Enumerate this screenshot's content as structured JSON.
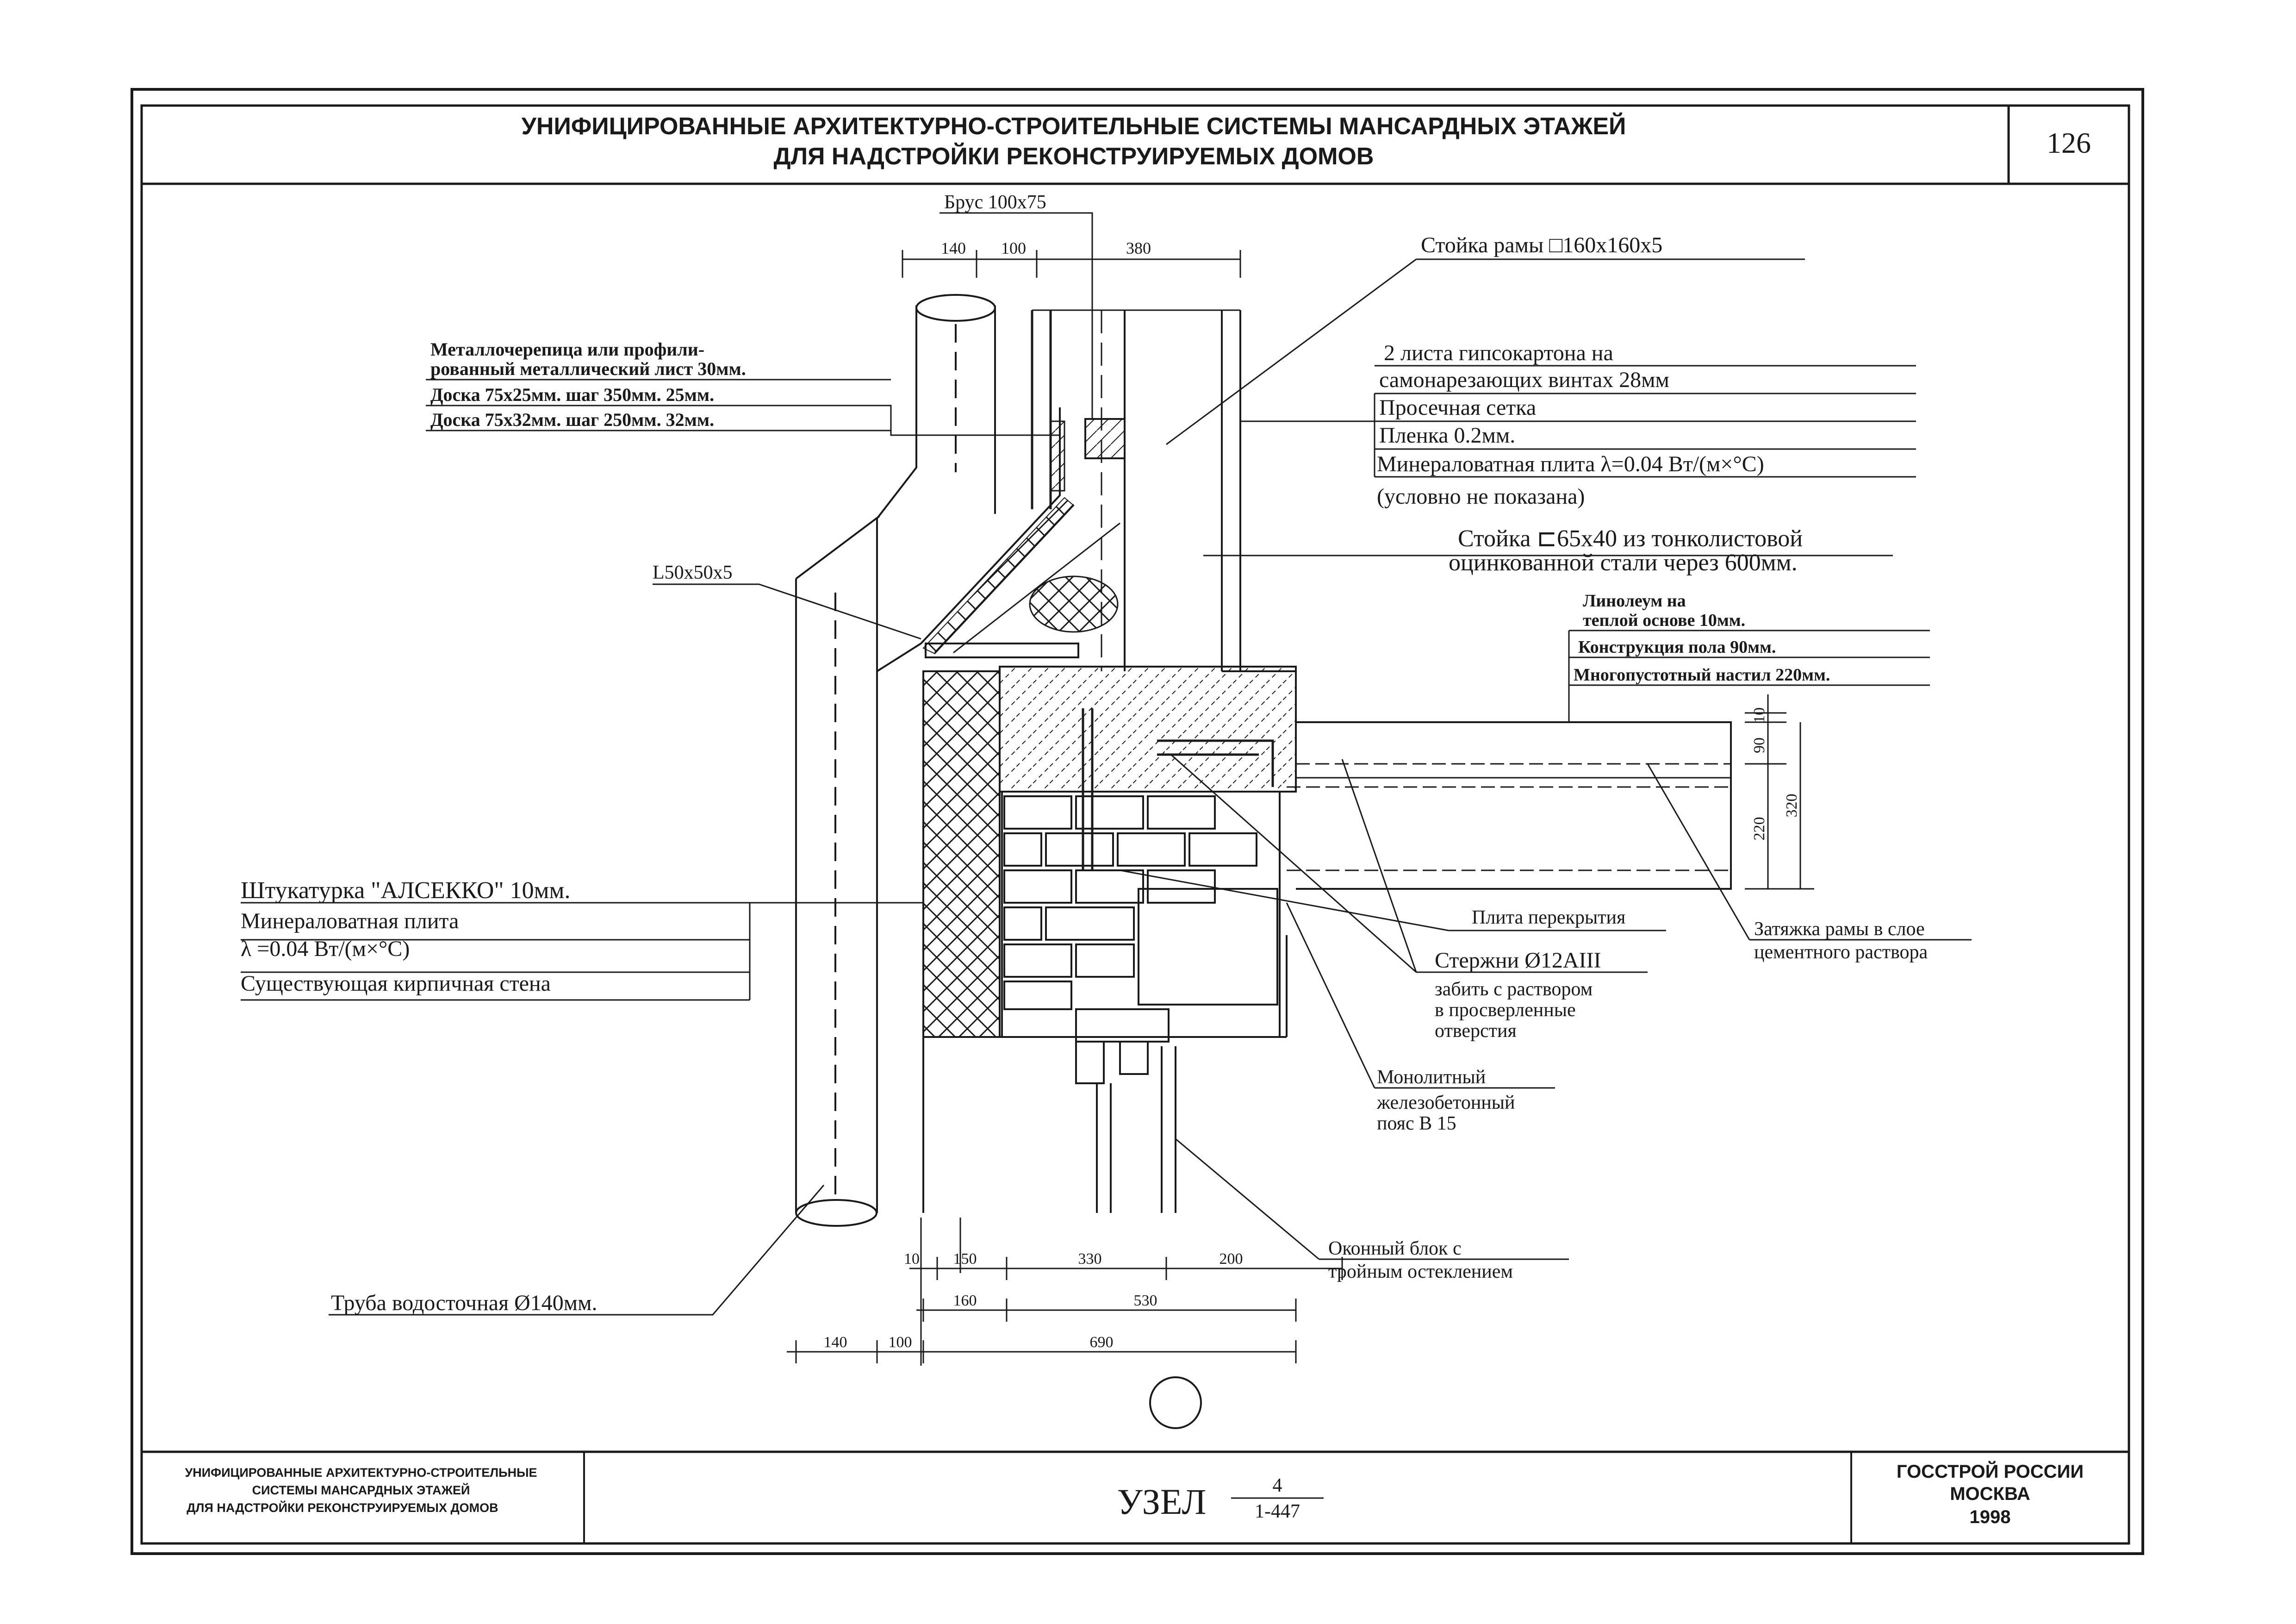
{
  "sheet": {
    "title_line1": "УНИФИЦИРОВАННЫЕ АРХИТЕКТУРНО-СТРОИТЕЛЬНЫЕ СИСТЕМЫ МАНСАРДНЫХ ЭТАЖЕЙ",
    "title_line2": "ДЛЯ НАДСТРОЙКИ РЕКОНСТРУИРУЕМЫХ ДОМОВ",
    "page_number": "126"
  },
  "labels": {
    "brus": "Брус 100х75",
    "stoyka_ramy": "Стойка рамы □160х160х5",
    "metal_roof_1": "Металлочерепица или профили-",
    "metal_roof_2": "рованный металлический лист  30мм.",
    "board_1": "Доска 75х25мм. шаг 350мм.     25мм.",
    "board_2": "Доска 75х32мм. шаг 250мм.     32мм.",
    "gypsum_1": "2 листа гипсокартона на",
    "gypsum_2": "самонарезающих винтах      28мм",
    "mesh": "Просечная сетка",
    "film": "Пленка                        0.2мм.",
    "mineral_wool": "Минераловатная плита λ=0.04 Вт/(м×°С)",
    "not_shown": "(условно не показана)",
    "post_1": "Стойка  ⊏65х40 из тонколистовой",
    "post_2": "оцинкованной стали через 600мм.",
    "angle": "L50х50х5",
    "linoleum_1": "Линолеум на",
    "linoleum_2": "теплой основе          10мм.",
    "floor": "Конструкция пола     90мм.",
    "slab_deck": "Многопустотный настил  220мм.",
    "plaster": "Штукатурка \"АЛСЕККО\"      10мм.",
    "wool2_1": "Минераловатная плита",
    "wool2_2": "λ =0.04 Вт/(м×°С)",
    "brick": "Существующая кирпичная стена",
    "slab": "Плита перекрытия",
    "tie_1": "Затяжка рамы в слое",
    "tie_2": "цементного раствора",
    "rods_1": "Стержни Ø12АIII",
    "rods_2": "забить с раствором",
    "rods_3": "в просверленные",
    "rods_4": "отверстия",
    "belt_1": "Монолитный",
    "belt_2": "железобетонный",
    "belt_3": "пояс В 15",
    "window_1": "Оконный блок с",
    "window_2": "тройным остеклением",
    "pipe": "Труба водосточная Ø140мм."
  },
  "dims": {
    "top": [
      "140",
      "100",
      "380"
    ],
    "right": [
      "10",
      "90",
      "220",
      "320"
    ],
    "bottom_row1": [
      "10",
      "150",
      "330",
      "200"
    ],
    "bottom_row2": [
      "160",
      "530"
    ],
    "bottom_row3": [
      "140",
      "100",
      "690"
    ]
  },
  "stamp": {
    "left_1": "УНИФИЦИРОВАННЫЕ АРХИТЕКТУРНО-СТРОИТЕЛЬНЫЕ",
    "left_2": "СИСТЕМЫ МАНСАРДНЫХ ЭТАЖЕЙ",
    "left_3": "ДЛЯ НАДСТРОЙКИ РЕКОНСТРУИРУЕМЫХ ДОМОВ",
    "center": "УЗЕЛ",
    "frac_num": "4",
    "frac_den": "1-447",
    "right_1": "ГОССТРОЙ РОССИИ",
    "right_2": "МОСКВА",
    "right_3": "1998"
  }
}
